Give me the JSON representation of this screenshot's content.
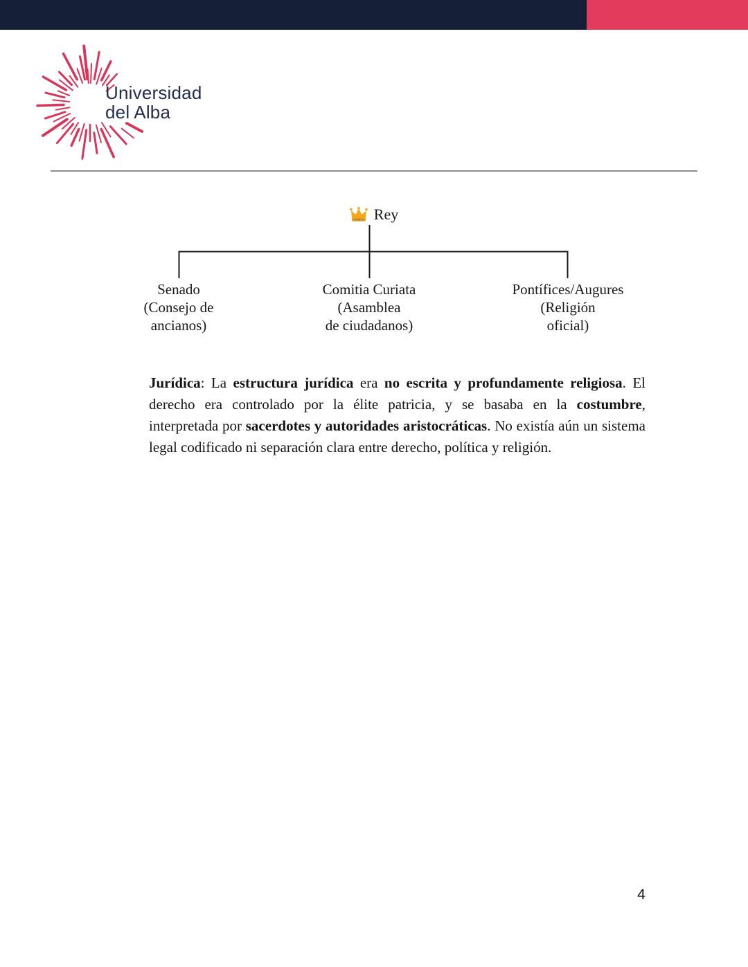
{
  "header": {
    "bar_navy": "#161F38",
    "bar_red": "#E23B5B"
  },
  "logo": {
    "line1": "Universidad",
    "line2": "del Alba",
    "ray_color": "#D6365A",
    "text_color": "#232E4E",
    "icon": "starburst-icon"
  },
  "diagram": {
    "root": {
      "label": "Rey",
      "icon": "crown-icon"
    },
    "children": [
      {
        "lines": [
          "Senado",
          "(Consejo de",
          "ancianos)"
        ]
      },
      {
        "lines": [
          "Comitia Curiata",
          "(Asamblea",
          "de ciudadanos)"
        ]
      },
      {
        "lines": [
          "Pontífices/Augures",
          "(Religión",
          "oficial)"
        ]
      }
    ]
  },
  "paragraph": {
    "segments": [
      {
        "text": "Jurídica",
        "bold": true
      },
      {
        "text": ": La ",
        "bold": false
      },
      {
        "text": "estructura jurídica",
        "bold": true
      },
      {
        "text": " era ",
        "bold": false
      },
      {
        "text": "no escrita y profundamente religiosa",
        "bold": true
      },
      {
        "text": ". El derecho era controlado por la élite patricia, y se basaba en la ",
        "bold": false
      },
      {
        "text": "costumbre",
        "bold": true
      },
      {
        "text": ", interpretada por ",
        "bold": false
      },
      {
        "text": "sacerdotes y autoridades aristocráticas",
        "bold": true
      },
      {
        "text": ". No existía aún un sistema legal codificado ni separación clara entre derecho, política y religión.",
        "bold": false
      }
    ]
  },
  "page": {
    "number": "4"
  }
}
